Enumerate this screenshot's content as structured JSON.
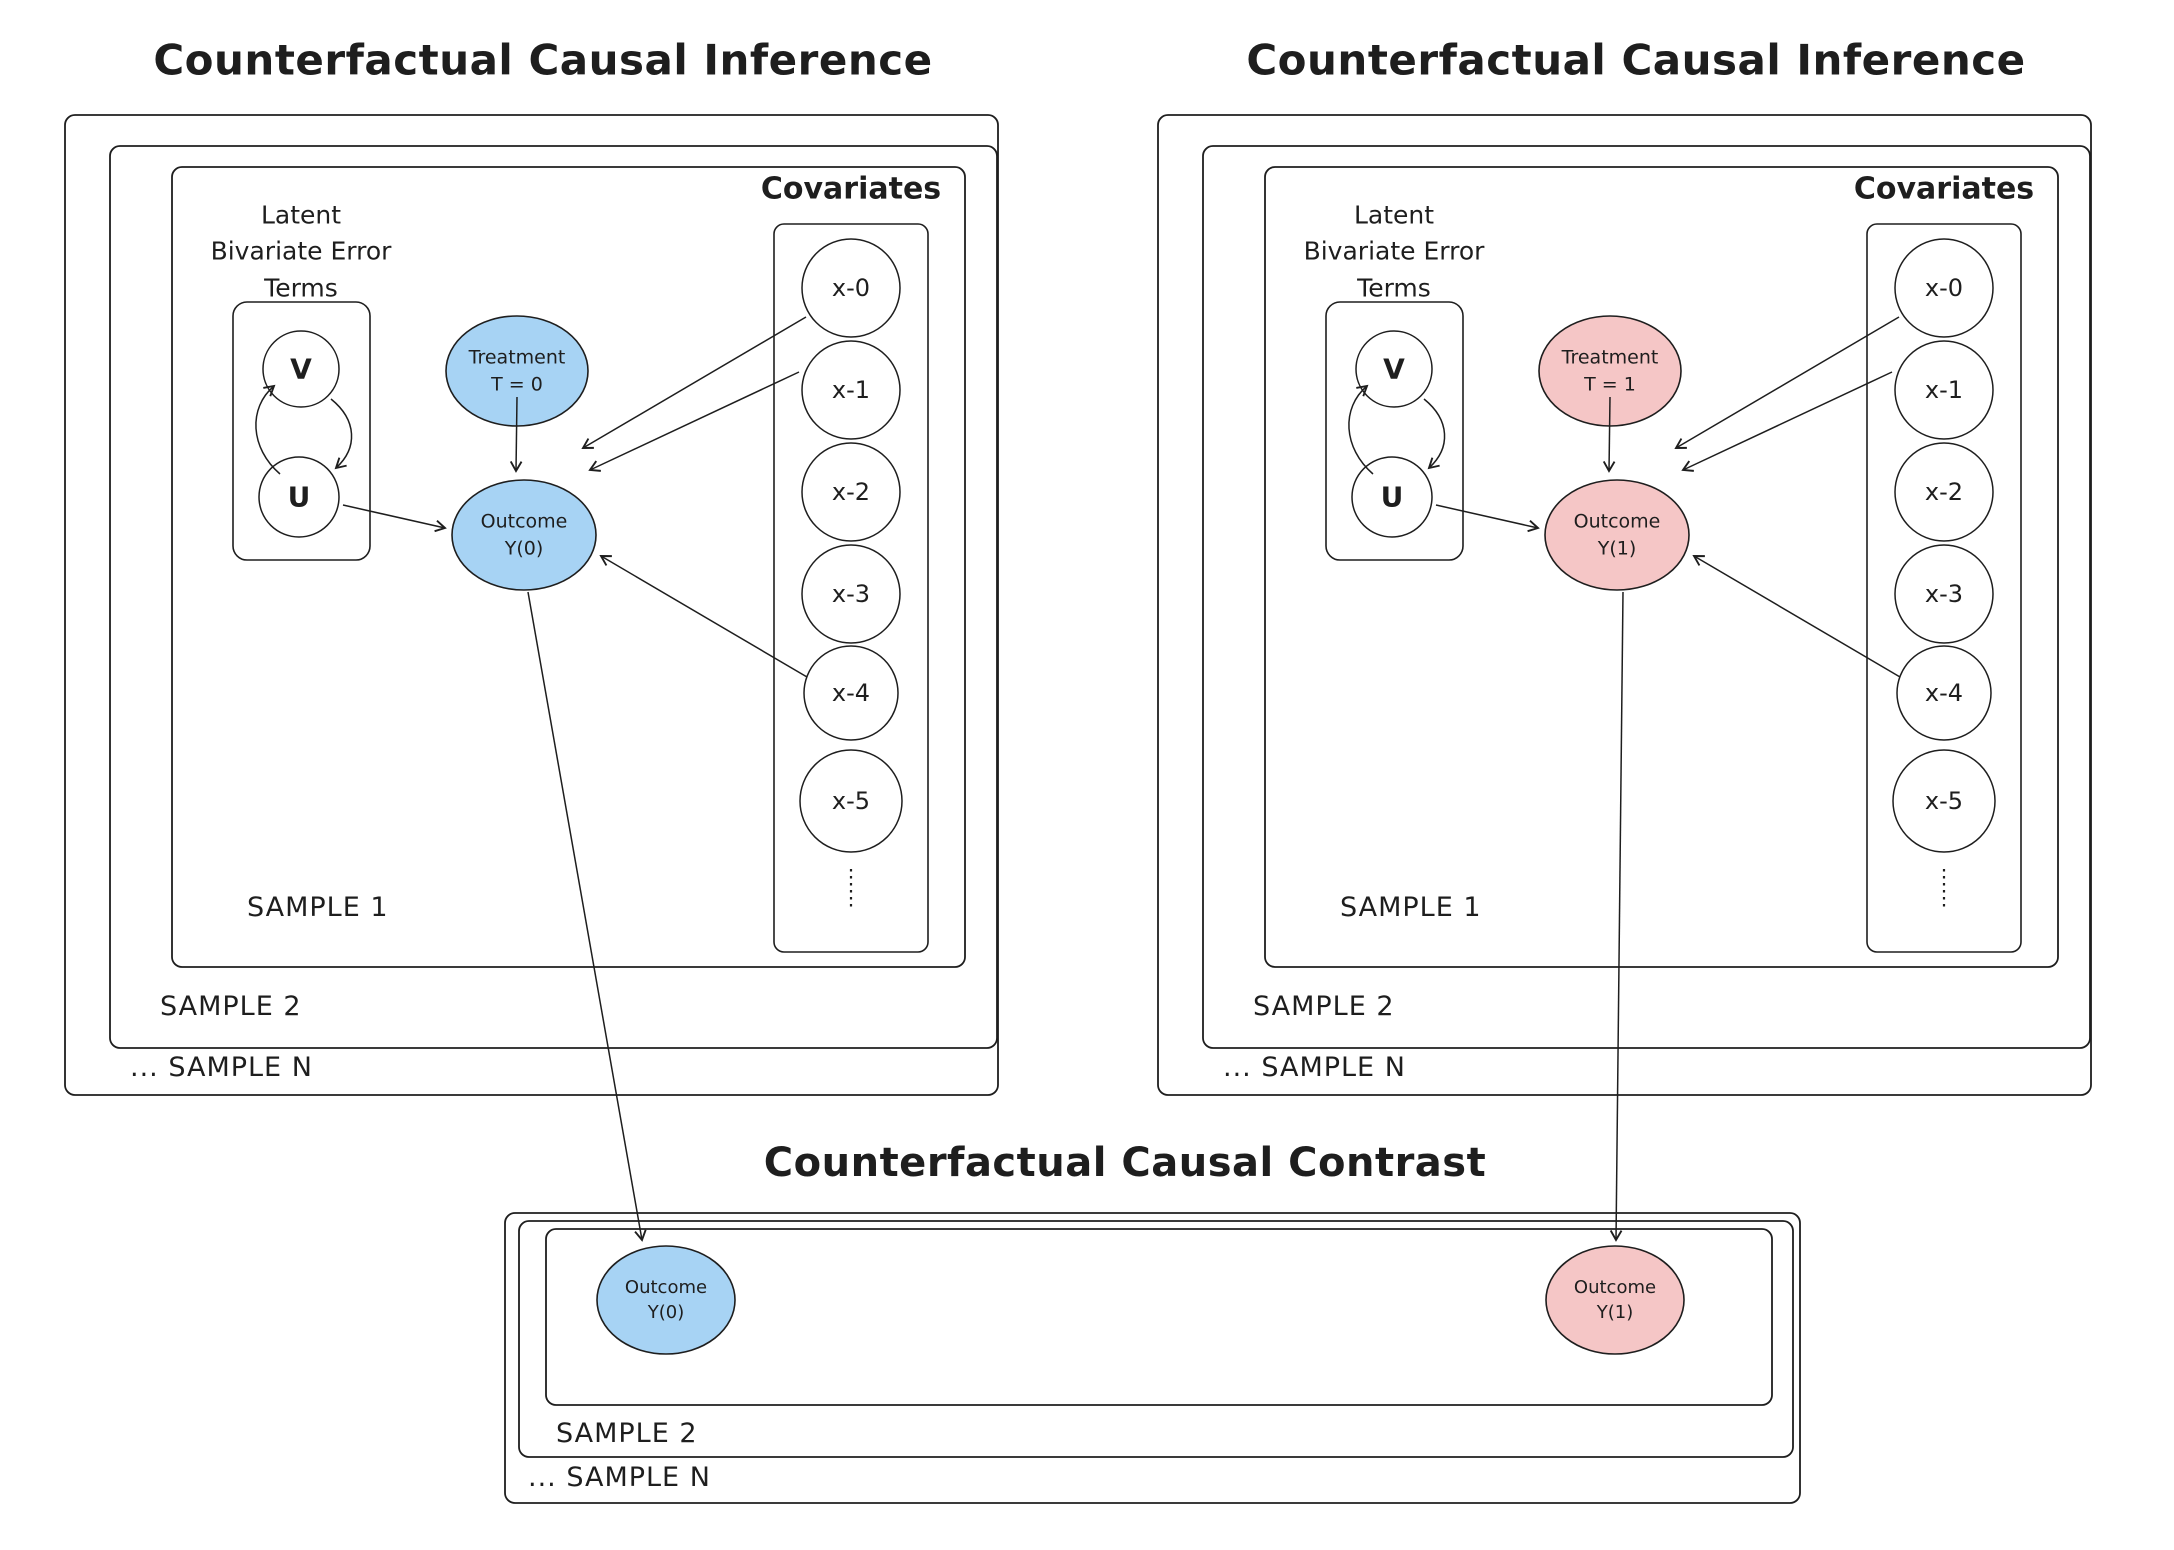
{
  "colors": {
    "blue": "#a7d3f4",
    "pink": "#f5c6c6",
    "stroke": "#1e1e1e"
  },
  "panel_left": {
    "title": "Counterfactual Causal Inference",
    "latent_label": "Latent\nBivariate Error\nTerms",
    "v_label": "V",
    "u_label": "U",
    "treatment_label": "Treatment\nT = 0",
    "outcome_label": "Outcome\nY(0)",
    "covariates_title": "Covariates",
    "covariates": [
      "x-0",
      "x-1",
      "x-2",
      "x-3",
      "x-4",
      "x-5"
    ],
    "sample_1": "SAMPLE 1",
    "sample_2": "SAMPLE 2",
    "sample_n": "... SAMPLE N"
  },
  "panel_right": {
    "title": "Counterfactual Causal Inference",
    "latent_label": "Latent\nBivariate Error\nTerms",
    "v_label": "V",
    "u_label": "U",
    "treatment_label": "Treatment\nT = 1",
    "outcome_label": "Outcome\nY(1)",
    "covariates_title": "Covariates",
    "covariates": [
      "x-0",
      "x-1",
      "x-2",
      "x-3",
      "x-4",
      "x-5"
    ],
    "sample_1": "SAMPLE 1",
    "sample_2": "SAMPLE 2",
    "sample_n": "... SAMPLE N"
  },
  "panel_bottom": {
    "title": "Counterfactual Causal Contrast",
    "outcome_left_label": "Outcome\nY(0)",
    "outcome_right_label": "Outcome\nY(1)",
    "sample_2": "SAMPLE 2",
    "sample_n": "... SAMPLE N"
  }
}
